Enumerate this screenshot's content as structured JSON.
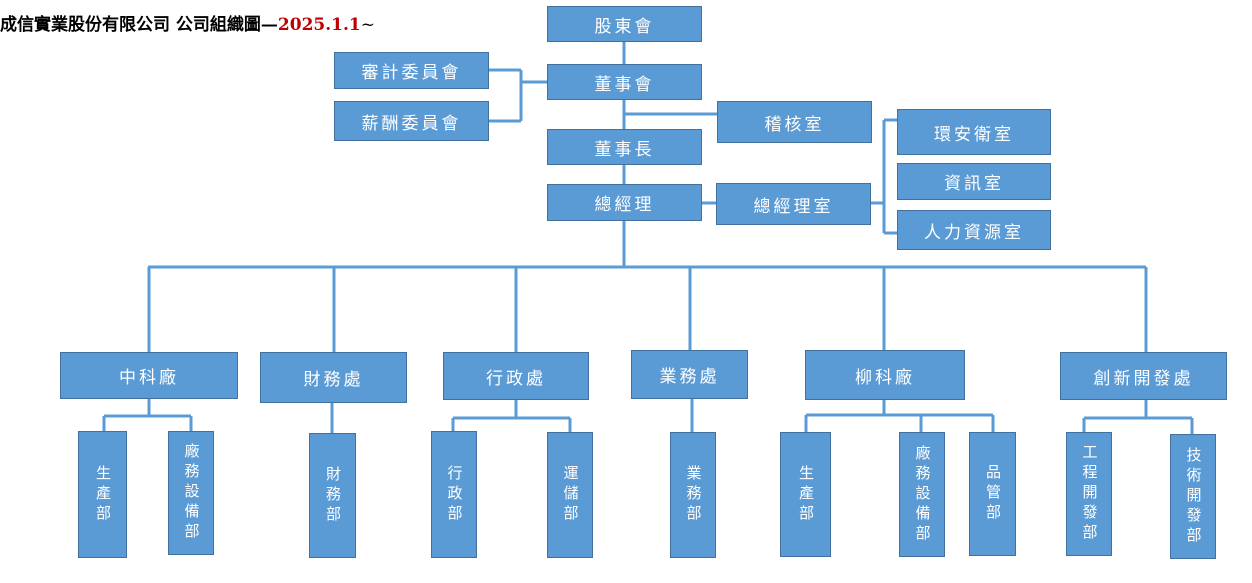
{
  "title": {
    "company": "成信實業股份有限公司 公司組織圖—",
    "date": "2025.1.1",
    "tilde": "~"
  },
  "nodes": {
    "shareholders": "股東會",
    "board": "董事會",
    "audit_committee": "審計委員會",
    "compensation_committee": "薪酬委員會",
    "internal_audit": "稽核室",
    "chairman": "董事長",
    "general_manager": "總經理",
    "gm_office": "總經理室",
    "env_safety": "環安衛室",
    "it_office": "資訊室",
    "hr_office": "人力資源室"
  },
  "departments": [
    {
      "label": "中科廠",
      "subunits": [
        "生產部",
        "廠務設備部"
      ]
    },
    {
      "label": "財務處",
      "subunits": [
        "財務部"
      ]
    },
    {
      "label": "行政處",
      "subunits": [
        "行政部",
        "運儲部"
      ]
    },
    {
      "label": "業務處",
      "subunits": [
        "業務部"
      ]
    },
    {
      "label": "柳科廠",
      "subunits": [
        "生產部",
        "廠務設備部",
        "品管部"
      ]
    },
    {
      "label": "創新開發處",
      "subunits": [
        "工程開發部",
        "技術開發部"
      ]
    }
  ]
}
